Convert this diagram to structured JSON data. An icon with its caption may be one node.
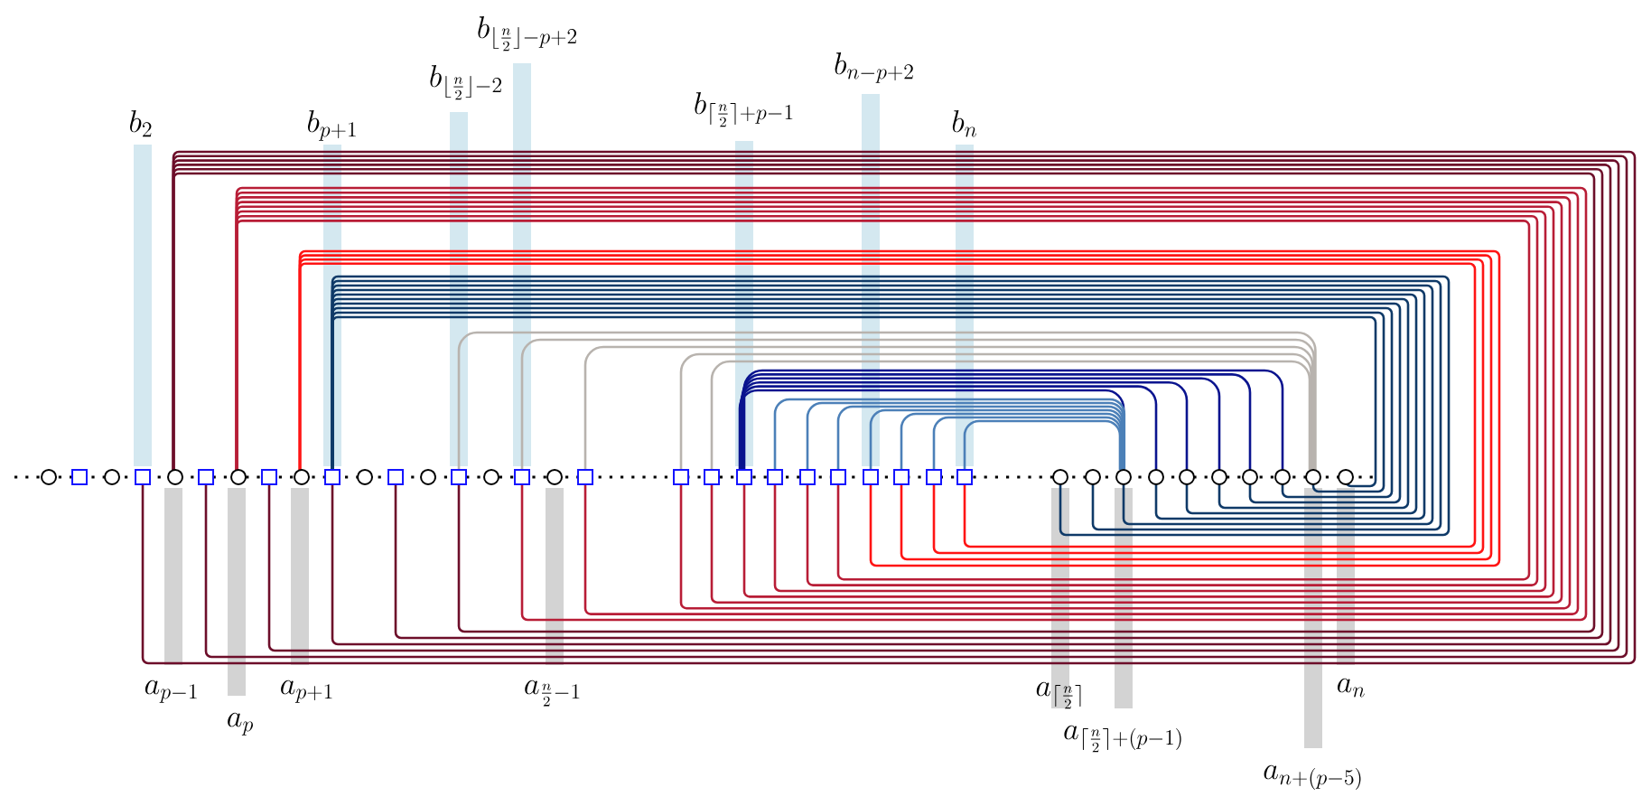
{
  "diagram": {
    "labels": [
      "b_{\\lfloor\\frac{n}{2}\\rfloor-p+2}",
      "b_{\\lfloor\\frac{n}{2}\\rfloor-2}",
      "b_{n-p+2}",
      "b_2",
      "b_{p+1}",
      "b_{\\lceil\\frac{n}{2}\\rceil+p-1}",
      "b_n",
      "a_{p-1}",
      "a_{p+1}",
      "a_{\\frac{n}{2}-1}",
      "a_{\\lceil\\frac{n}{2}\\rceil}",
      "a_n",
      "a_p",
      "a_{\\lceil\\frac{n}{2}\\rceil+(p-1)}",
      "a_{n+(p-5)}"
    ]
  }
}
